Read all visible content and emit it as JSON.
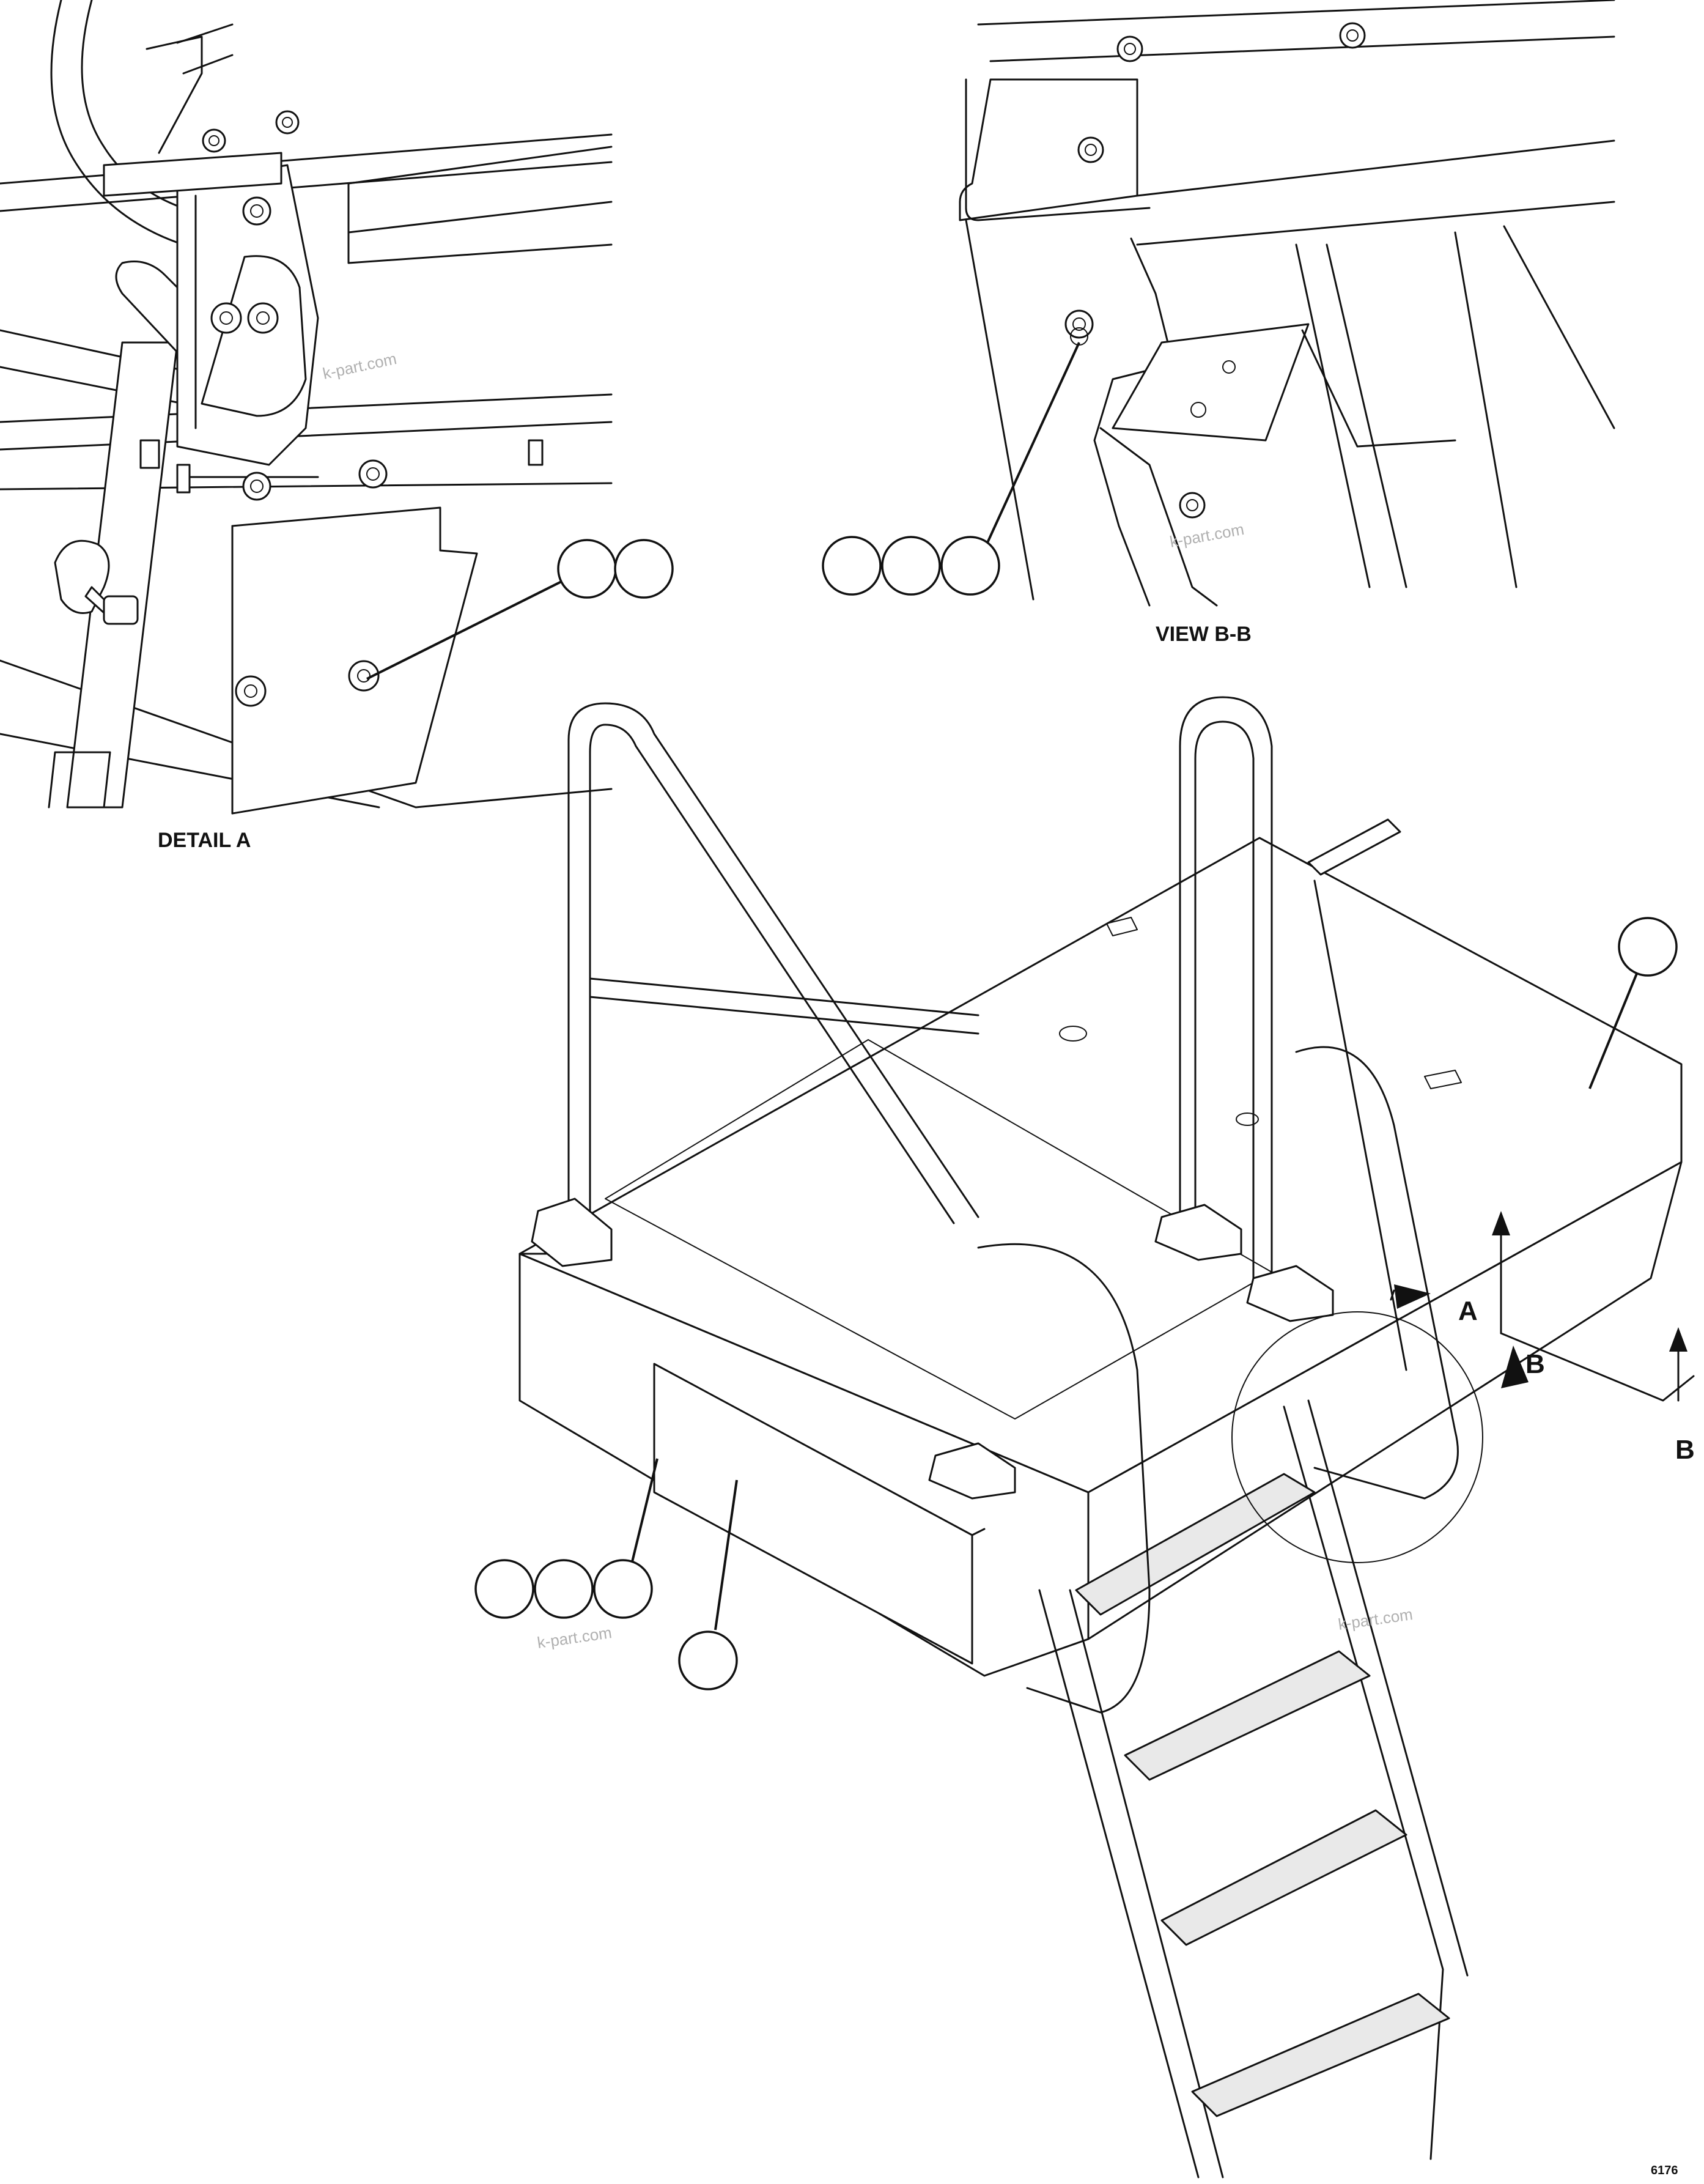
{
  "labels": {
    "detail_a": "DETAIL A",
    "view_bb": "VIEW B-B",
    "section_a": "A",
    "section_b1": "B",
    "section_b2": "B",
    "figure_number": "6176"
  },
  "watermarks": [
    "k-part.com",
    "k-part.com",
    "k-part.com",
    "k-part.com"
  ],
  "callout_groups": [
    {
      "id": "detail-a-callouts",
      "count": 2
    },
    {
      "id": "view-bb-callouts",
      "count": 3
    },
    {
      "id": "platform-deck-callout",
      "count": 1
    },
    {
      "id": "side-panel-fastener-callouts",
      "count": 3
    },
    {
      "id": "side-panel-callout",
      "count": 1
    }
  ],
  "colors": {
    "line": "#111111",
    "background": "#ffffff",
    "watermark": "#b0b0b0"
  }
}
